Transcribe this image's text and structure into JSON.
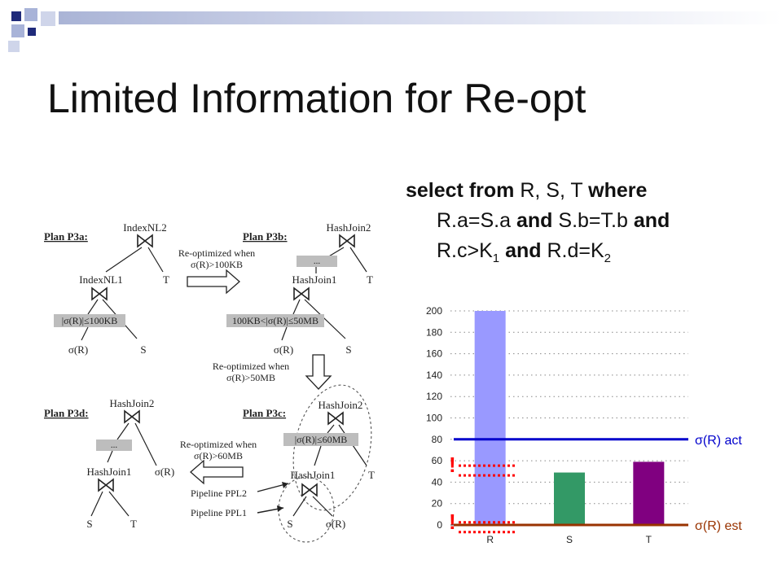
{
  "slide": {
    "title": "Limited Information for Re-opt",
    "query": {
      "kw_select_from": "select from",
      "rels": " R, S, T ",
      "kw_where": "where",
      "cond1": "R.a=S.a",
      "kw_and1": "and",
      "cond2": "S.b=T.b",
      "kw_and2": "and",
      "cond3_pre": "R.c>K",
      "sub1": "1",
      "kw_and3": "and",
      "cond4_pre": "R.d=K",
      "sub2": "2"
    }
  },
  "plans": {
    "p3a": {
      "label": "Plan P3a:",
      "top": "IndexNL2",
      "mid": "IndexNL1",
      "cond": "|σ(R)|≤100KB",
      "leaf_sigma": "σ(R)",
      "leaf_s": "S",
      "leaf_t": "T"
    },
    "arrow1": {
      "line1": "Re-optimized when",
      "line2": "σ(R)>100KB"
    },
    "p3b": {
      "label": "Plan P3b:",
      "top": "HashJoin2",
      "ellipsis": "...",
      "mid": "HashJoin1",
      "cond": "100KB<|σ(R)|≤50MB",
      "leaf_sigma": "σ(R)",
      "leaf_s": "S",
      "leaf_t": "T"
    },
    "arrow2": {
      "line1": "Re-optimized when",
      "line2": "σ(R)>50MB"
    },
    "p3d": {
      "label": "Plan P3d:",
      "top": "HashJoin2",
      "ellipsis": "...",
      "mid": "HashJoin1",
      "leaf_sigma": "σ(R)",
      "leaf_s": "S",
      "leaf_t": "T"
    },
    "arrow3": {
      "line1": "Re-optimized when",
      "line2": "σ(R)>60MB"
    },
    "p3c": {
      "label": "Plan P3c:",
      "top": "HashJoin2",
      "cond": "|σ(R)|≤60MB",
      "mid": "HashJoin1",
      "leaf_t": "T",
      "leaf_s": "S",
      "leaf_sigma": "σ(R)",
      "pipe2": "Pipeline PPL2",
      "pipe1": "Pipeline PPL1"
    }
  },
  "chart_data": {
    "type": "bar",
    "categories": [
      "R",
      "S",
      "T"
    ],
    "values": [
      200,
      49,
      59
    ],
    "colors": [
      "#9999ff",
      "#339966",
      "#800080"
    ],
    "ylim": [
      0,
      200
    ],
    "yticks": [
      "0",
      "20",
      "40",
      "60",
      "80",
      "100",
      "120",
      "140",
      "160",
      "180",
      "200"
    ],
    "grid": true,
    "reference_lines": [
      {
        "name": "σ(R) act",
        "value": 80,
        "color": "#0000cc"
      },
      {
        "name": "σ(R) est",
        "value": 0,
        "color": "#993300"
      }
    ],
    "annotations": [
      {
        "text": "!",
        "value": 60,
        "color": "#ff0000"
      },
      {
        "text": "!",
        "value": 7,
        "color": "#ff0000"
      }
    ]
  }
}
